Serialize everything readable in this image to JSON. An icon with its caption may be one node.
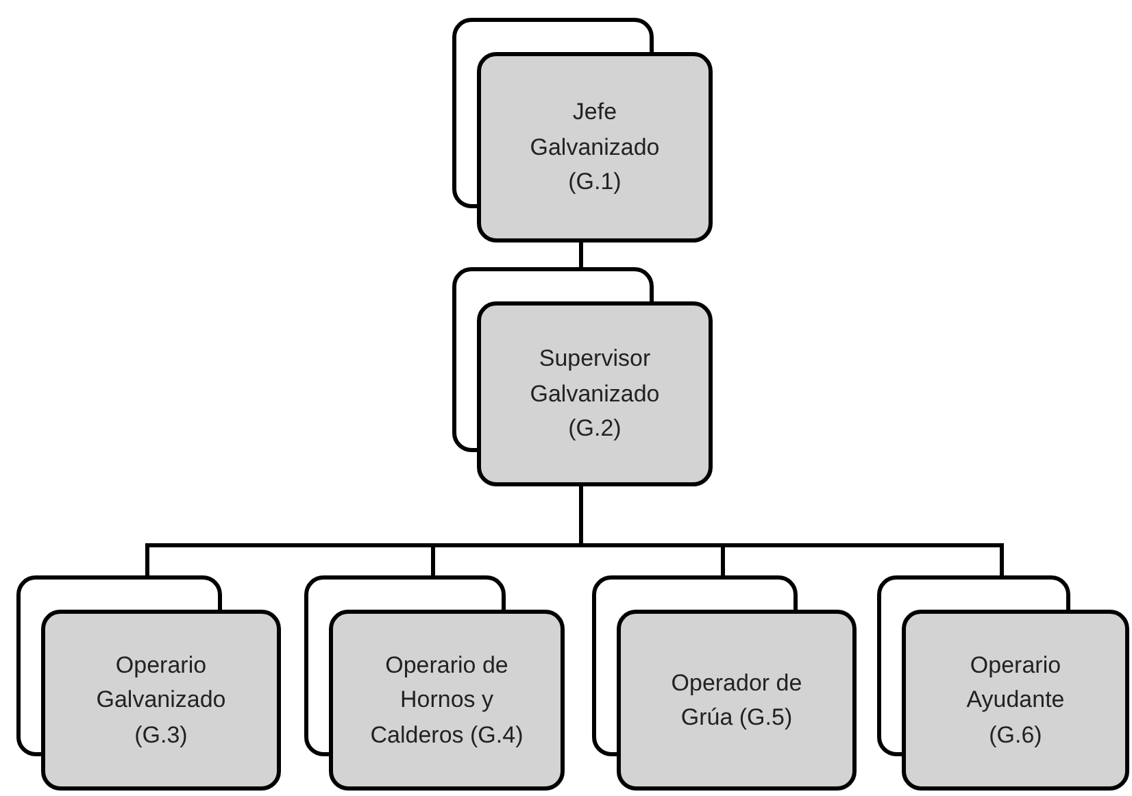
{
  "diagram": {
    "nodes": [
      {
        "text": [
          "Jefe Galvanizado (G.1)"
        ]
      },
      {
        "text": [
          "Supervisor Galvanizado (G.2)"
        ]
      },
      {
        "text": [
          "Operario Galvanizado (G.3)"
        ]
      },
      {
        "text": [
          "Operario de Hornos y Calderos (G.4)"
        ]
      },
      {
        "text": [
          "Operador de Grúa (G.5)"
        ]
      },
      {
        "text": [
          "Operario Ayudante (G.6)"
        ]
      }
    ],
    "edges": [
      {
        "from": 0,
        "to": 1,
        "arrow": "none"
      },
      {
        "from": 1,
        "to": 2,
        "arrow": "none"
      },
      {
        "from": 1,
        "to": 3,
        "arrow": "none"
      },
      {
        "from": 1,
        "to": 4,
        "arrow": "none"
      },
      {
        "from": 1,
        "to": 5,
        "arrow": "none"
      }
    ]
  }
}
